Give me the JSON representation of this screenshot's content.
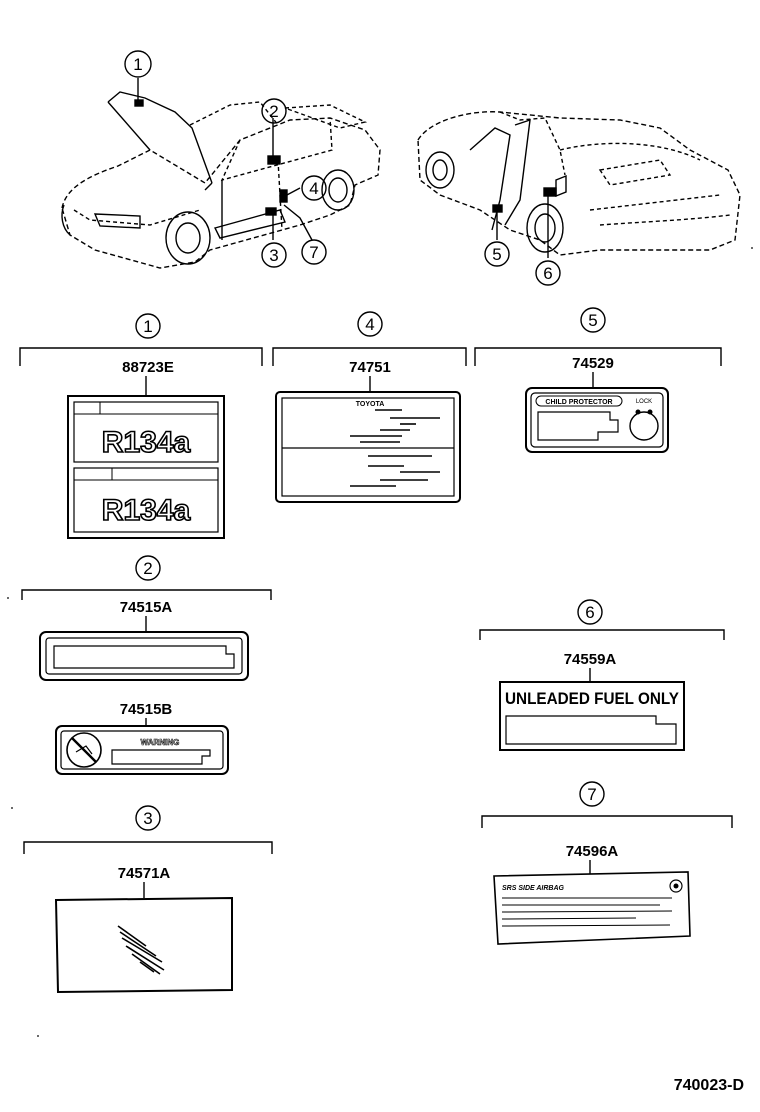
{
  "callouts": [
    "1",
    "2",
    "3",
    "4",
    "5",
    "6",
    "7"
  ],
  "sections": {
    "s1": {
      "num": "1",
      "parts": [
        "88723E"
      ]
    },
    "s2": {
      "num": "2",
      "parts": [
        "74515A",
        "74515B"
      ]
    },
    "s3": {
      "num": "3",
      "parts": [
        "74571A"
      ]
    },
    "s4": {
      "num": "4",
      "parts": [
        "74751"
      ]
    },
    "s5": {
      "num": "5",
      "parts": [
        "74529"
      ]
    },
    "s6": {
      "num": "6",
      "parts": [
        "74559A"
      ]
    },
    "s7": {
      "num": "7",
      "parts": [
        "74596A"
      ]
    }
  },
  "labels": {
    "refrigerant": "R134a",
    "toyota": "TOYOTA",
    "warning": "WARNING",
    "child_protector": "CHILD PROTECTOR",
    "lock": "LOCK",
    "unleaded": "UNLEADED FUEL ONLY",
    "srs": "SRS SIDE AIRBAG"
  },
  "diagram_id": "740023-D"
}
